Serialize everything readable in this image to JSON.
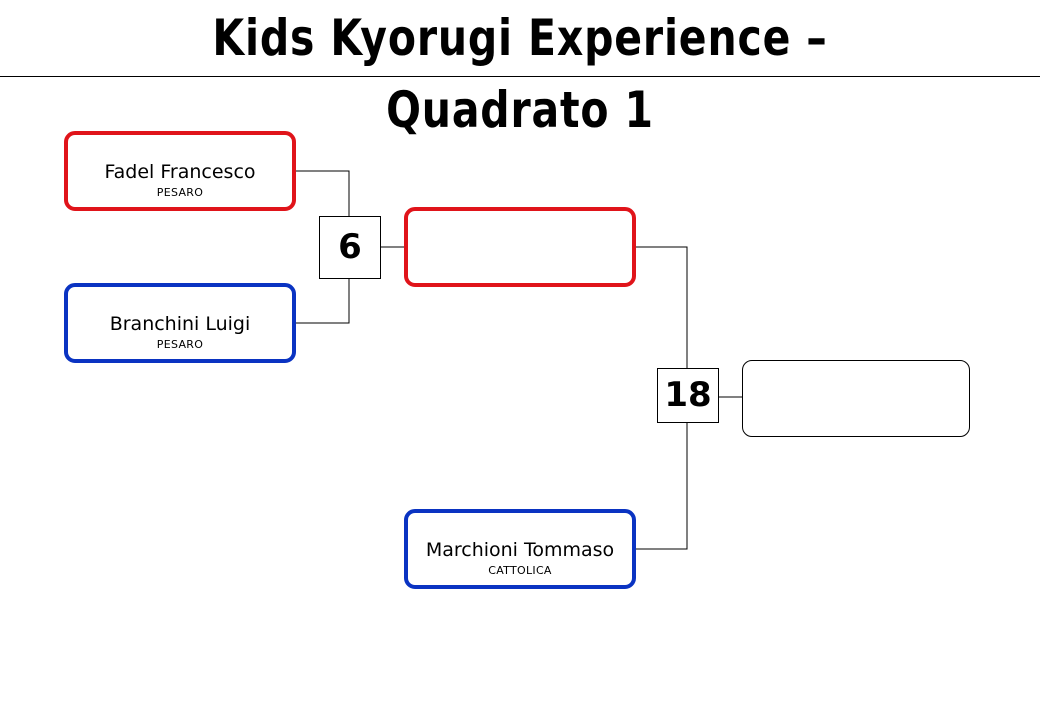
{
  "page": {
    "title": "Kids Kyorugi Experience – Quadrato 1"
  },
  "colors": {
    "red_corner": "#e0141a",
    "blue_corner": "#0a33c2",
    "line": "#000000"
  },
  "bracket": {
    "round1": {
      "red": {
        "name": "Fadel Francesco",
        "club": "PESARO"
      },
      "blue": {
        "name": "Branchini Luigi",
        "club": "PESARO"
      },
      "match_number": "6"
    },
    "round2": {
      "red": {
        "name": "",
        "club": ""
      },
      "blue": {
        "name": "Marchioni Tommaso",
        "club": "CATTOLICA"
      },
      "match_number": "18"
    },
    "winner": {
      "name": "",
      "club": ""
    }
  }
}
